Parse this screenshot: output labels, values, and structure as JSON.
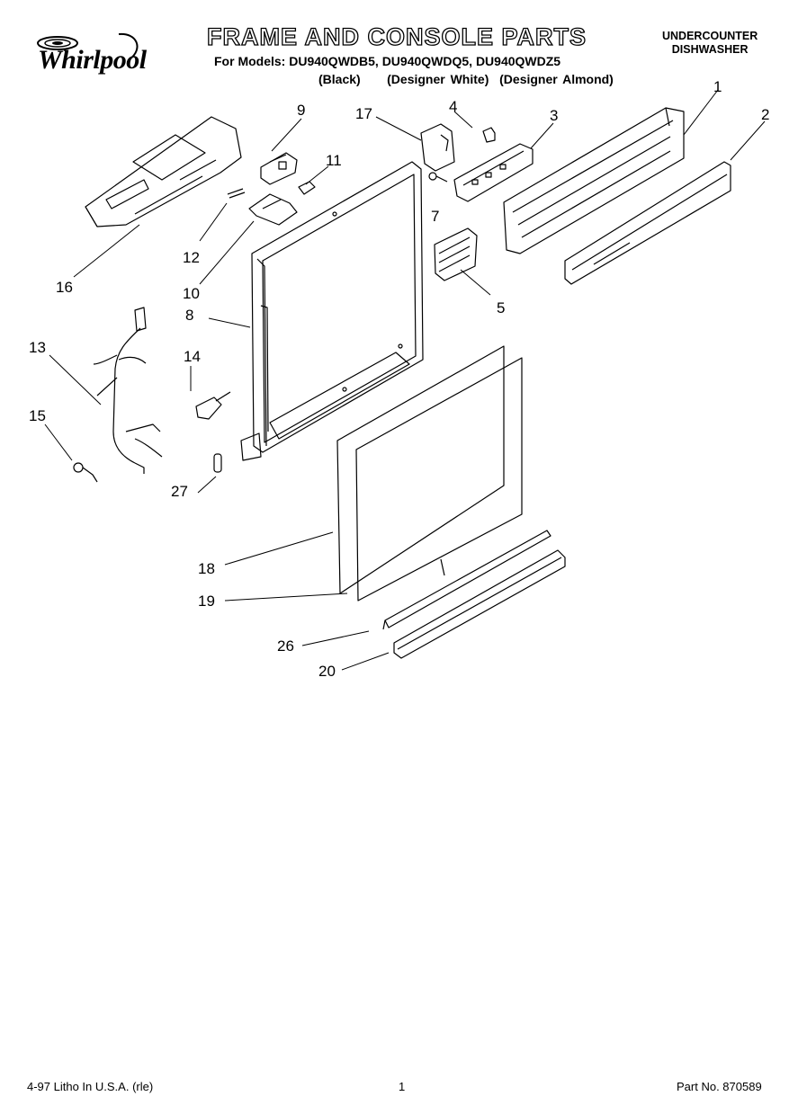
{
  "brand": "Whirlpool",
  "title": "FRAME AND CONSOLE PARTS",
  "models_line": "For Models: DU940QWDB5, DU940QWDQ5, DU940QWDZ5",
  "variants_line": "(Black)     (Designer White)  (Designer Almond)",
  "appliance_type": {
    "line1": "UNDERCOUNTER",
    "line2": "DISHWASHER"
  },
  "footer": {
    "left": "4-97 Litho In U.S.A. (rle)",
    "page": "1",
    "part_no": "Part No. 870589"
  },
  "callouts": [
    "1",
    "2",
    "3",
    "4",
    "5",
    "7",
    "8",
    "9",
    "10",
    "11",
    "12",
    "13",
    "14",
    "15",
    "16",
    "17",
    "18",
    "19",
    "20",
    "26",
    "27"
  ]
}
